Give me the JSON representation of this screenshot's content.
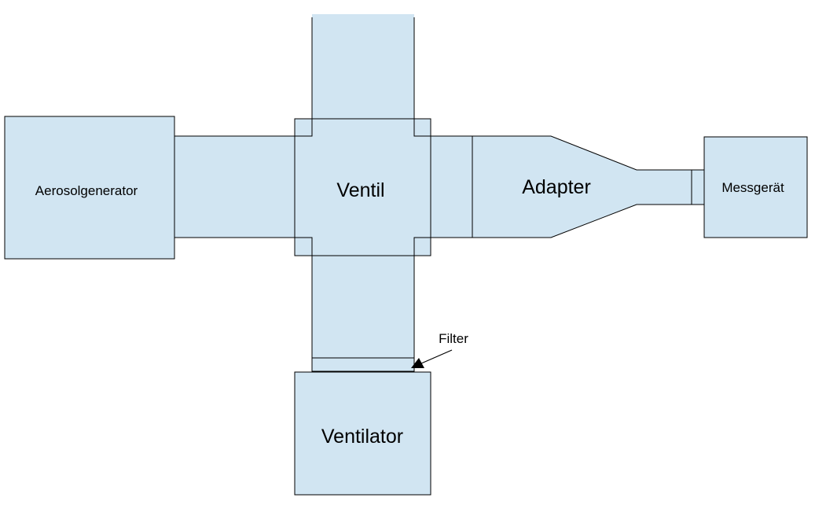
{
  "diagram": {
    "colors": {
      "fill": "#d1e5f2",
      "stroke": "#000000",
      "background": "#ffffff"
    },
    "labels": {
      "aerosol_generator": "Aerosolgenerator",
      "valve": "Ventil",
      "adapter": "Adapter",
      "measuring_device": "Messgerät",
      "fan": "Ventilator",
      "filter": "Filter"
    }
  }
}
